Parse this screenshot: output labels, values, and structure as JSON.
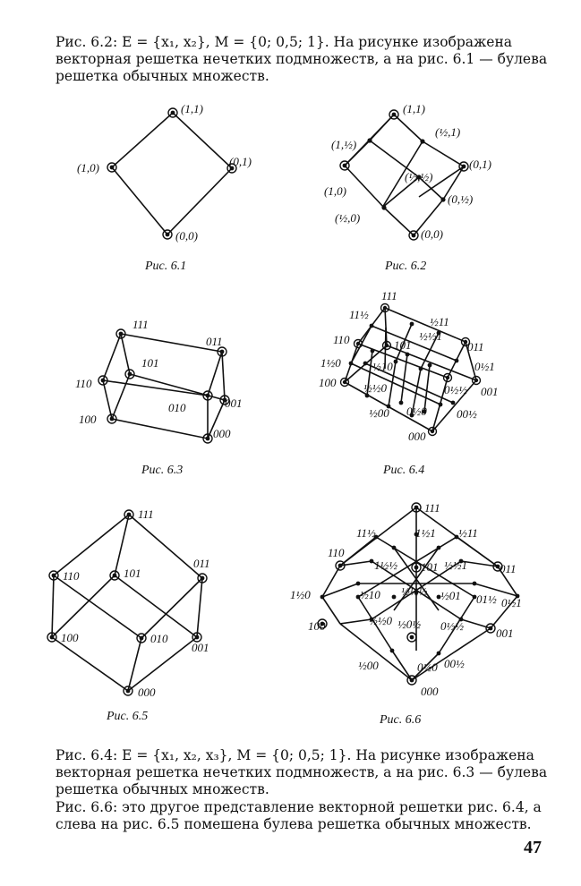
{
  "text": {
    "para1": "Рис. 6.2: E = {x₁, x₂}, M = {0; 0,5; 1}. На рисунке изображена векторная решетка нечетких подмножеств, а на рис. 6.1 — булева решетка обычных множеств.",
    "para2": "Рис. 6.4: E = {x₁, x₂, x₃}, M = {0; 0,5; 1}. На рисунке изображена векторная решетка нечетких подмножеств, а на рис. 6.3 — булева решетка обычных множеств.",
    "para3": "Рис. 6.6: это другое представление векторной решетки рис. 6.4, а слева на рис. 6.5 помешена булева решетка обычных множеств.",
    "page_number": "47"
  },
  "captions": {
    "fig61": "Рис. 6.1",
    "fig62": "Рис. 6.2",
    "fig63": "Рис. 6.3",
    "fig64": "Рис. 6.4",
    "fig65": "Рис. 6.5",
    "fig66": "Рис. 6.6"
  },
  "fig61": {
    "labels": [
      "(1,1)",
      "(1,0)",
      "(0,1)",
      "(0,0)"
    ]
  },
  "fig62": {
    "labels": [
      "(1,1)",
      "(½,1)",
      "(1,½)",
      "(½,½)",
      "(0,1)",
      "(1,0)",
      "(0,½)",
      "(½,0)",
      "(0,0)"
    ]
  },
  "fig63": {
    "labels": [
      "111",
      "011",
      "101",
      "110",
      "010",
      "001",
      "100",
      "000"
    ]
  },
  "fig64": {
    "labels": [
      "111",
      "11½",
      "½11",
      "110",
      "101",
      "011",
      "1½0",
      "100",
      "0½1",
      "001",
      "½00",
      "0½0",
      "00½",
      "000",
      "½10",
      "½½0",
      "0½½",
      "½½1"
    ]
  },
  "fig65": {
    "labels": [
      "111",
      "110",
      "101",
      "011",
      "100",
      "010",
      "001",
      "000"
    ]
  },
  "fig66": {
    "labels": [
      "111",
      "11½",
      "1½1",
      "½11",
      "110",
      "1½½",
      "101",
      "½½1",
      "011",
      "1½0",
      "½10",
      "½½½",
      "½01",
      "01½",
      "0½1",
      "100",
      "½½0",
      "½0½",
      "0½½",
      "001",
      "½00",
      "0½0",
      "00½",
      "000"
    ]
  }
}
